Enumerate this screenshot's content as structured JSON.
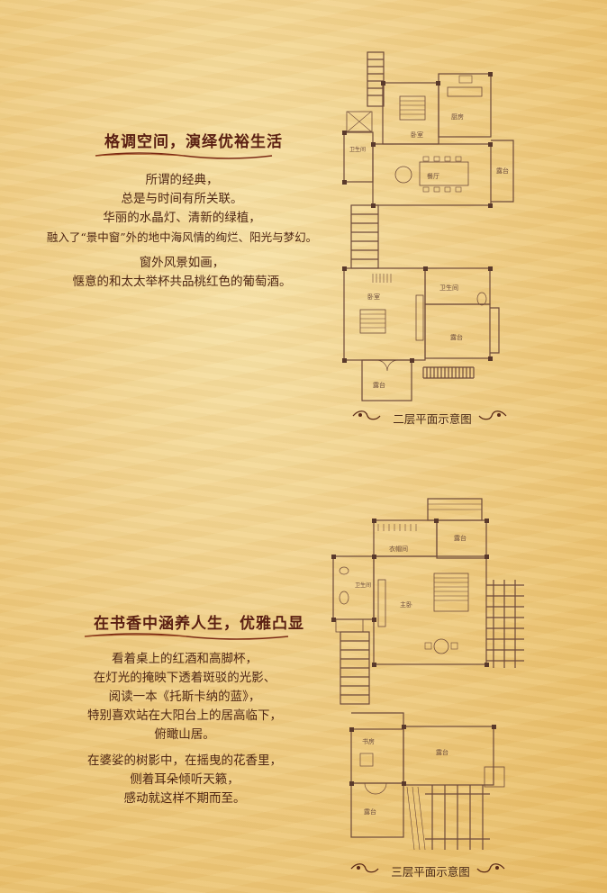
{
  "section1": {
    "title": "格调空间，演绎优裕生活",
    "p1": [
      "所谓的经典，",
      "总是与时间有所关联。",
      "华丽的水晶灯、清新的绿植，",
      "融入了“景中窗”外的地中海风情的绚烂、阳光与梦幻。"
    ],
    "p2": [
      "窗外风景如画，",
      "惬意的和太太举杯共品桃红色的葡萄酒。"
    ]
  },
  "section2": {
    "title": "在书香中涵养人生，优雅凸显",
    "p1": [
      "看着桌上的红酒和高脚杯，",
      "在灯光的掩映下透着斑驳的光影、",
      "阅读一本《托斯卡纳的蓝》，",
      "特别喜欢站在大阳台上的居高临下，",
      "俯瞰山居。"
    ],
    "p2": [
      "在婆娑的树影中，在摇曳的花香里，",
      "侧着耳朵倾听天籁，",
      "感动就这样不期而至。"
    ]
  },
  "plan2": {
    "caption": "二层平面示意图",
    "labels": {
      "bedroom_top": "卧室",
      "kitchen": "厨房",
      "bath_left": "卫生间",
      "dining": "餐厅",
      "terrace_right": "露台",
      "bedroom_bottom": "卧室",
      "bath_right": "卫生间",
      "terrace_mid": "露台",
      "terrace_bottom": "露台"
    }
  },
  "plan3": {
    "caption": "三层平面示意图",
    "labels": {
      "closet": "衣帽间",
      "terrace_top": "露台",
      "bath": "卫生间",
      "master": "主卧",
      "study": "书房",
      "terrace_big": "露台",
      "terrace_bottom": "露台"
    }
  },
  "colors": {
    "line": "#6e4a3a",
    "wall": "#5a3a2c",
    "accent": "#5a1f12"
  }
}
